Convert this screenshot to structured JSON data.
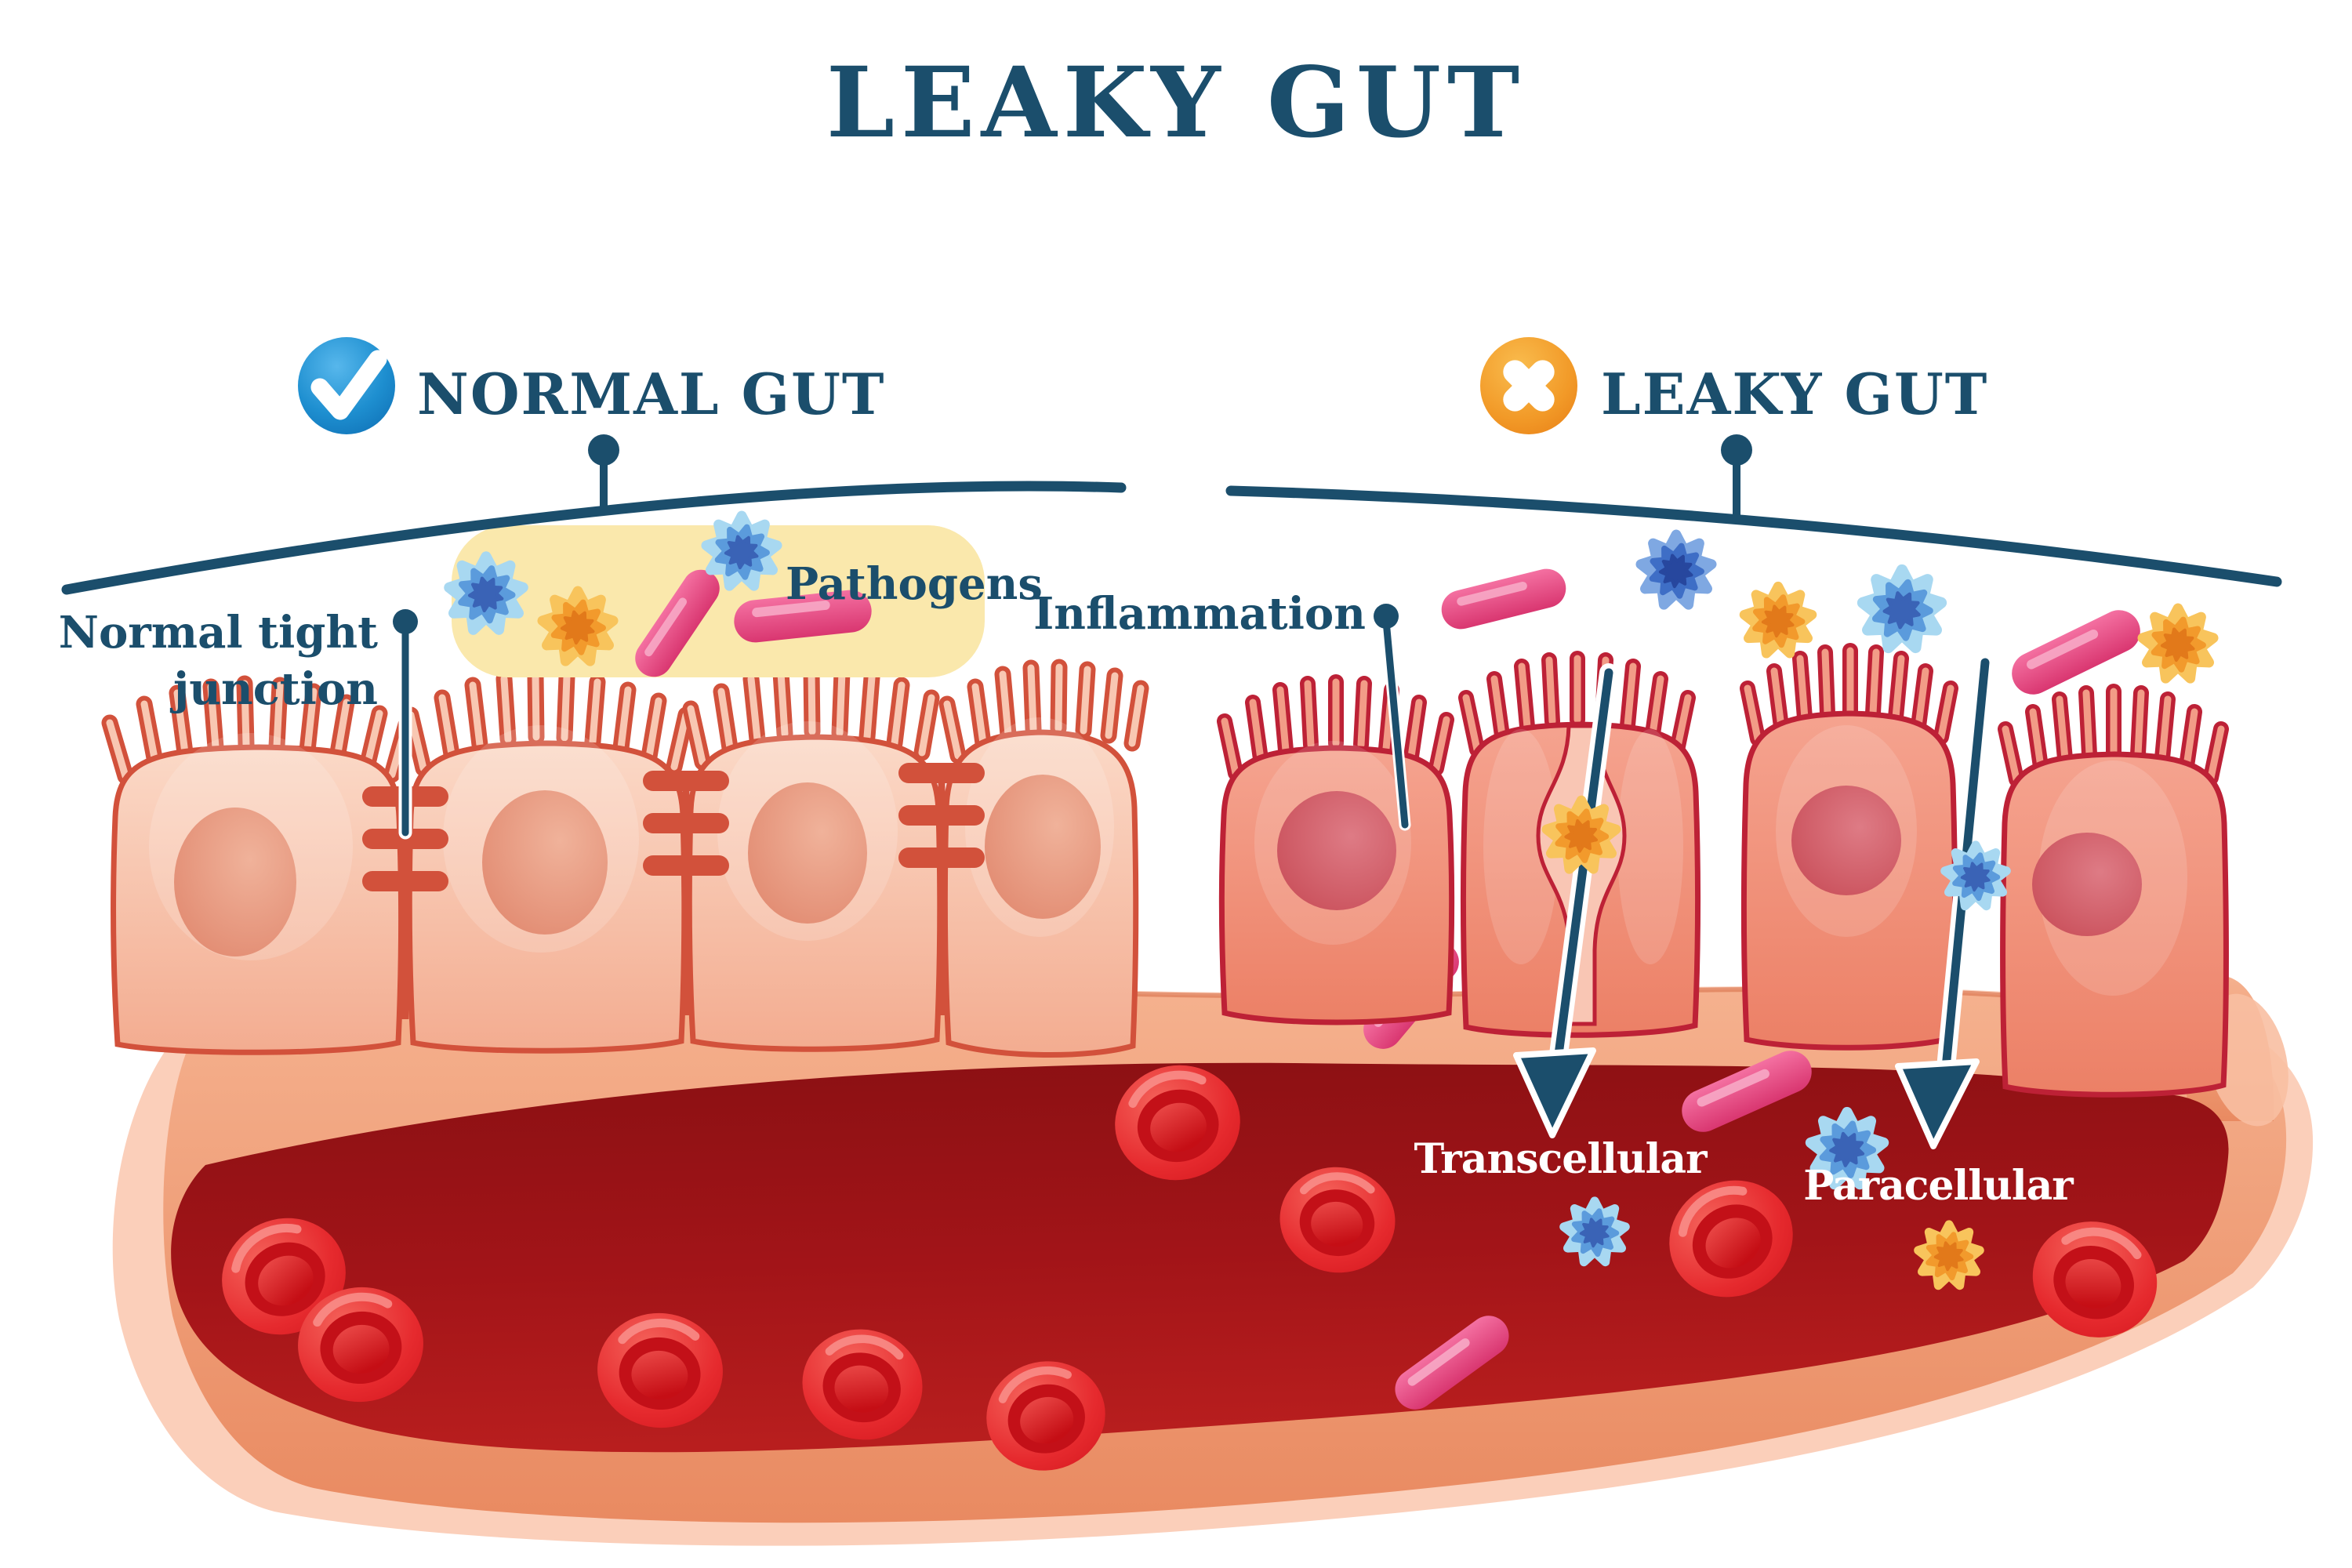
{
  "title": "LEAKY GUT",
  "sections": {
    "normal": {
      "label": "NORMAL GUT",
      "icon": "check-icon"
    },
    "leaky": {
      "label": "LEAKY GUT",
      "icon": "cross-icon"
    }
  },
  "annotations": {
    "tight_junction_line1": "Normal tight",
    "tight_junction_line2": "junction",
    "pathogens": "Pathogens",
    "inflammation": "Inflammation",
    "transcellular": "Transcellular",
    "paracellular": "Paracellular"
  },
  "palette": {
    "ink": "#1B4E6C",
    "white": "#FFFFFF",
    "yellow_box": "#FAE8AC",
    "normal_cell_outline": "#D2513B",
    "leaky_cell_outline": "#BD2136",
    "vessel_wall": "#F2A17E",
    "vessel_cut": "#FBCFBA",
    "blood_dark": "#8A1013",
    "blood_light": "#B81E1E",
    "rbc_red": "#DC1B22",
    "pathogen_blue": "#5B9BDC",
    "pathogen_dark_blue": "#3E6EC6",
    "pathogen_orange": "#F29A2C",
    "rod_pink": "#E9548A",
    "check_blue": "#1786C8",
    "cross_orange": "#F09A26"
  }
}
